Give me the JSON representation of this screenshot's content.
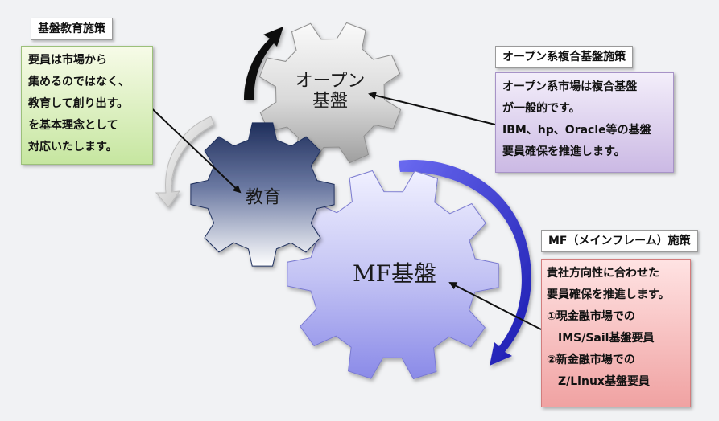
{
  "gears": {
    "open": "オープン\n基盤",
    "education": "教育",
    "mf": "MF基盤"
  },
  "kiban": {
    "title": "基盤教育施策",
    "lines": [
      "要員は市場から",
      "集めるのではなく、",
      "教育して創り出す。",
      "を基本理念として",
      "対応いたします。"
    ]
  },
  "open_policy": {
    "title": "オープン系複合基盤施策",
    "lines": [
      "オープン系市場は複合基盤",
      "が一般的です。",
      "IBM、hp、Oracle等の基盤",
      "要員確保を推進します。"
    ]
  },
  "mf_policy": {
    "title": "MF（メインフレーム）施策",
    "lines": [
      "貴社方向性に合わせた",
      "要員確保を推進します。",
      "①現金融市場での",
      "　IMS/Sail基盤要員",
      "②新金融市場での",
      "　Z/Linux基盤要員"
    ]
  },
  "colors": {
    "background": "#f1f2f4",
    "gear_open": "#bdbdbd",
    "gear_education": "#1f2f5c",
    "gear_mf": "#8a8ae8",
    "cycle_arrow_blue": "#2a2ad0",
    "cycle_arrow_black": "#111111"
  }
}
